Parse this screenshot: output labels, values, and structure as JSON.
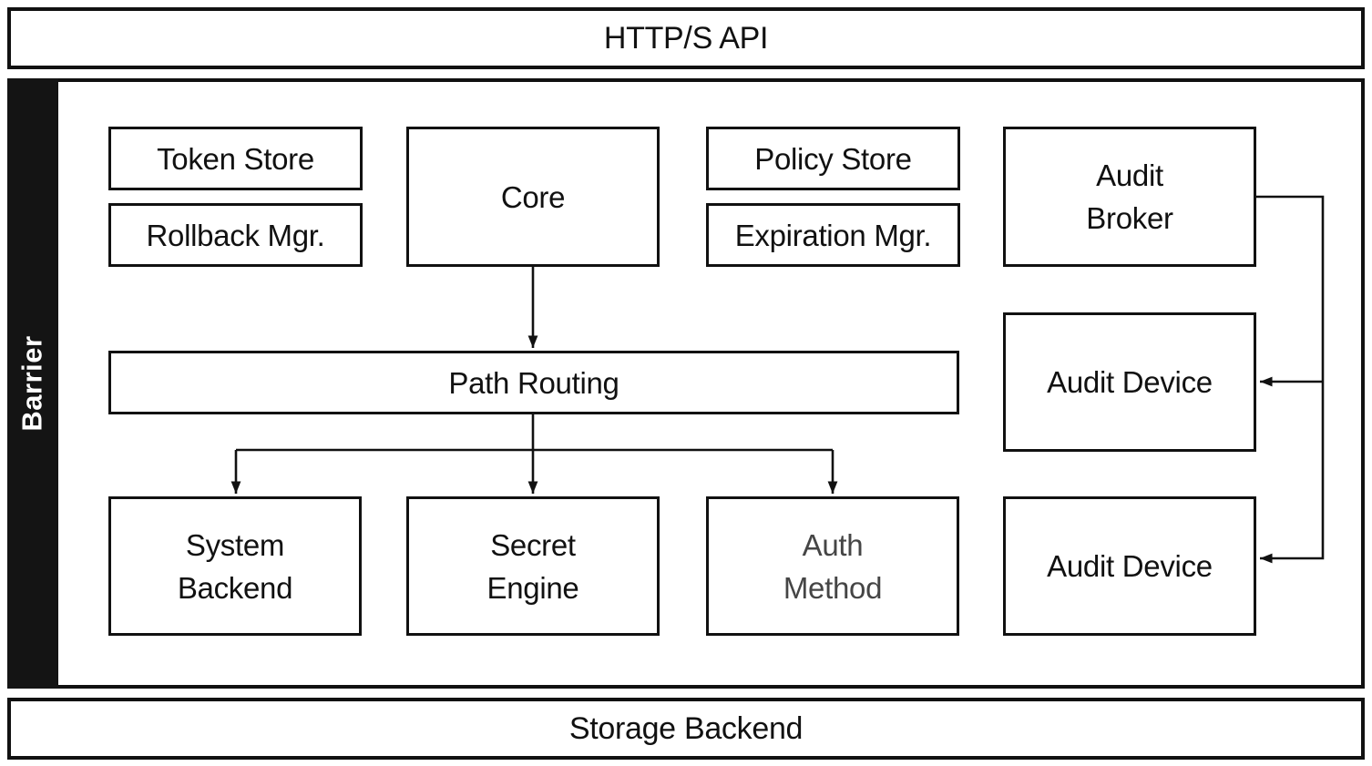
{
  "title_bars": {
    "http_api": "HTTP/S API",
    "storage_backend": "Storage Backend",
    "barrier": "Barrier"
  },
  "nodes": {
    "token_store": "Token Store",
    "rollback_mgr": "Rollback Mgr.",
    "core": "Core",
    "policy_store": "Policy Store",
    "expiration_mgr": "Expiration Mgr.",
    "audit_broker": "Audit\nBroker",
    "path_routing": "Path Routing",
    "audit_device_top": "Audit Device",
    "system_backend": "System\nBackend",
    "secret_engine": "Secret\nEngine",
    "auth_method": "Auth\nMethod",
    "audit_device_bottom": "Audit Device"
  },
  "edges": [
    {
      "from": "core",
      "to": "path_routing"
    },
    {
      "from": "path_routing",
      "to": "system_backend"
    },
    {
      "from": "path_routing",
      "to": "secret_engine"
    },
    {
      "from": "path_routing",
      "to": "auth_method"
    },
    {
      "from": "audit_broker",
      "to": "audit_device_top"
    },
    {
      "from": "audit_broker",
      "to": "audit_device_bottom"
    }
  ],
  "colors": {
    "line": "#111111",
    "text": "#111111",
    "muted_text": "#454545",
    "barrier_bg": "#141414",
    "barrier_text": "#ffffff",
    "bg": "#ffffff"
  }
}
